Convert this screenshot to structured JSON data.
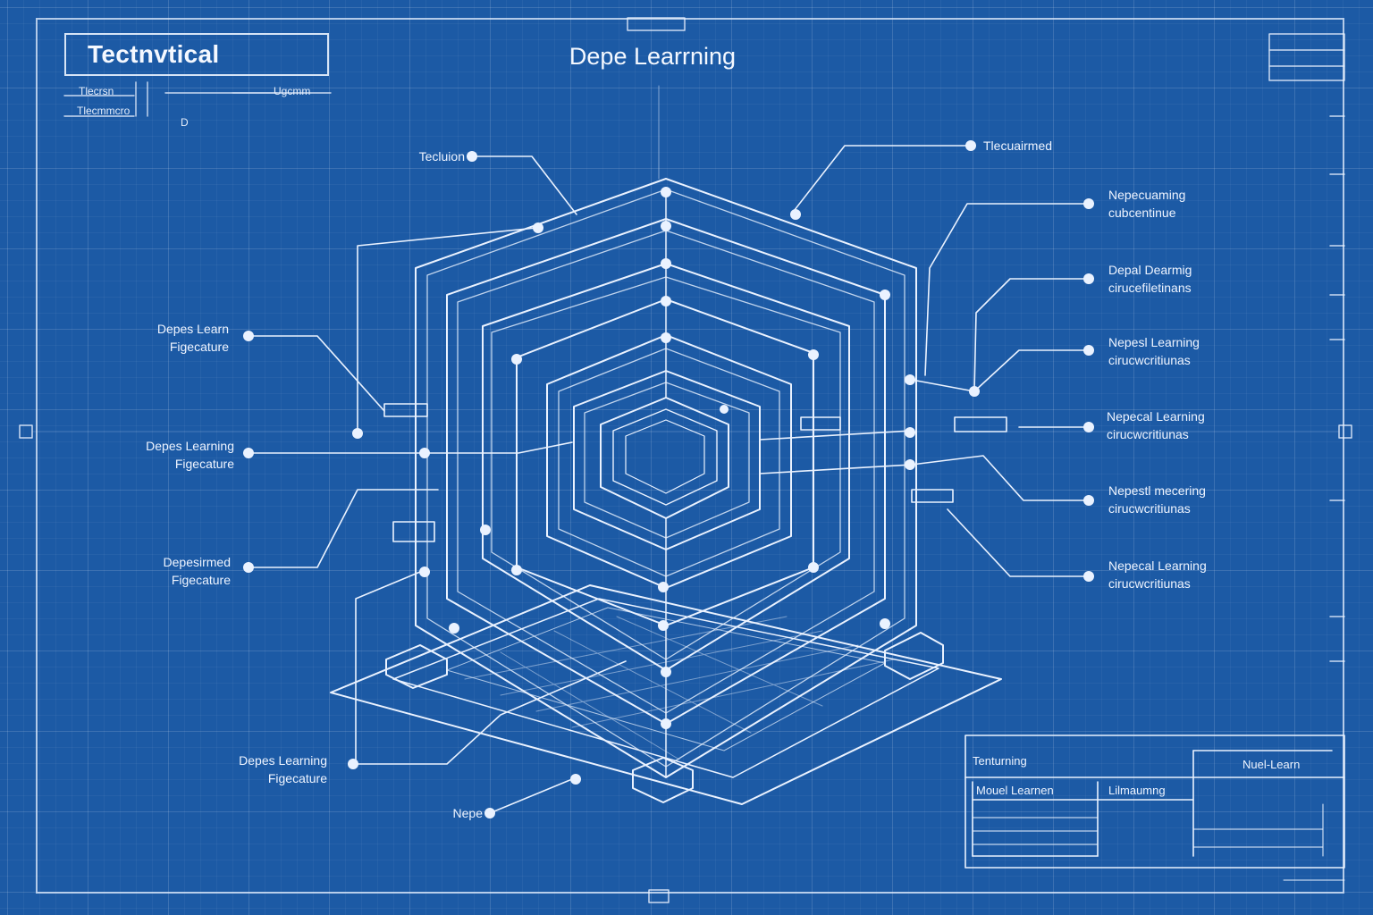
{
  "header": {
    "title_box": "Tectnvtical",
    "main_title": "Depe Learrning",
    "sub_labels": [
      "Tlecrsn",
      "Tlecmmcro",
      "Ugcmm",
      "D"
    ]
  },
  "left_callouts": [
    {
      "line1": "Depes Learn",
      "line2": "Figecature"
    },
    {
      "line1": "Depes Learning",
      "line2": "Figecature"
    },
    {
      "line1": "Depesirmed",
      "line2": "Figecature"
    },
    {
      "line1": "Depes Learning",
      "line2": "Figecature"
    }
  ],
  "top_callouts": {
    "top_left": "Tecluion",
    "top_right": "Tlecuairmed",
    "bottom_center": "Nepe"
  },
  "right_callouts": [
    {
      "line1": "Nepecuaming",
      "line2": "cubcentinue"
    },
    {
      "line1": "Depal Dearmig",
      "line2": "cirucefiletinans"
    },
    {
      "line1": "Nepesl Learning",
      "line2": "cirucwcritiunas"
    },
    {
      "line1": "Nepecal Learning",
      "line2": "cirucwcritiunas"
    },
    {
      "line1": "Nepestl mecering",
      "line2": "cirucwcritiunas"
    },
    {
      "line1": "Nepecal Learning",
      "line2": "cirucwcritiunas"
    }
  ],
  "title_block": {
    "header_left": "Tenturning",
    "header_right": "Nuel-Learn",
    "cell_1": "Mouel Learnen",
    "cell_2": "Lilmaumng"
  },
  "colors": {
    "background": "#1c5aa5",
    "line": "#eaf2ff"
  }
}
